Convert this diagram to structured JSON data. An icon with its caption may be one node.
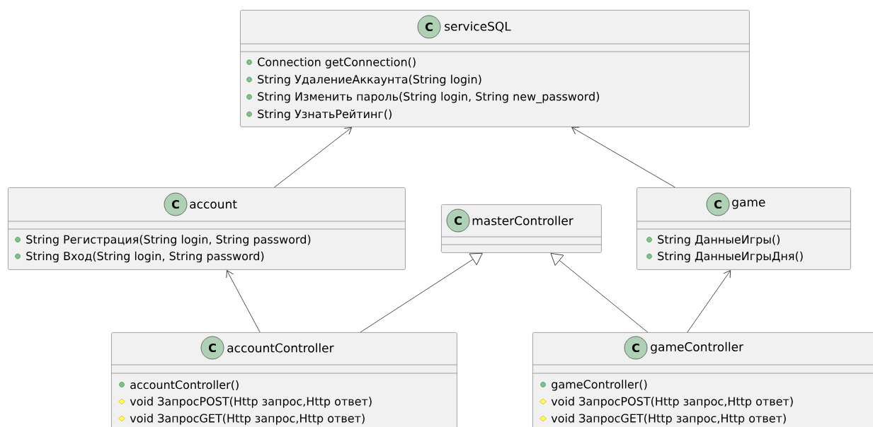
{
  "diagram": {
    "nodes": [
      {
        "text": [
          "C",
          "serviceSQL",
          "Connection getConnection()",
          "String УдалениеАккаунта(String login)",
          "String Изменить пароль(String login, String new_password)",
          "String УзнатьРейтинг()"
        ]
      },
      {
        "text": [
          "C",
          "account",
          "String Регистрация(String login, String password)",
          "String Вход(String login, String password)"
        ]
      },
      {
        "text": [
          "C",
          "masterController"
        ]
      },
      {
        "text": [
          "C",
          "game",
          "String ДанныеИгры()",
          "String ДанныеИгрыДня()"
        ]
      },
      {
        "text": [
          "C",
          "accountController",
          "accountController()",
          "void ЗапросPOST(Http запрос,Http ответ)",
          "void ЗапросGET(Http запрос,Http ответ)"
        ]
      },
      {
        "text": [
          "C",
          "gameController",
          "gameController()",
          "void ЗапросPOST(Http запрос,Http ответ)",
          "void ЗапросGET(Http запрос,Http ответ)"
        ]
      }
    ],
    "edges": [
      {
        "from": 1,
        "to": 0,
        "arrow": "to"
      },
      {
        "from": 3,
        "to": 0,
        "arrow": "to"
      },
      {
        "from": 4,
        "to": 1,
        "arrow": "to"
      },
      {
        "from": 4,
        "to": 2,
        "arrow": "to"
      },
      {
        "from": 5,
        "to": 2,
        "arrow": "to"
      },
      {
        "from": 5,
        "to": 3,
        "arrow": "to"
      }
    ]
  }
}
